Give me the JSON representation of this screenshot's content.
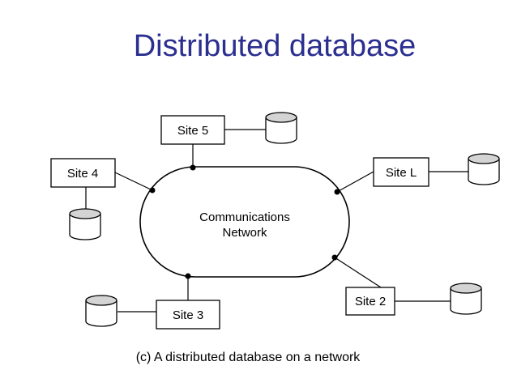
{
  "slide": {
    "title": "Distributed database"
  },
  "diagram": {
    "network_label_line1": "Communications",
    "network_label_line2": "Network",
    "sites": {
      "site5": "Site 5",
      "site4": "Site 4",
      "siteL": "Site L",
      "site3": "Site 3",
      "site2": "Site 2"
    },
    "caption": "(c) A distributed database on a network"
  }
}
